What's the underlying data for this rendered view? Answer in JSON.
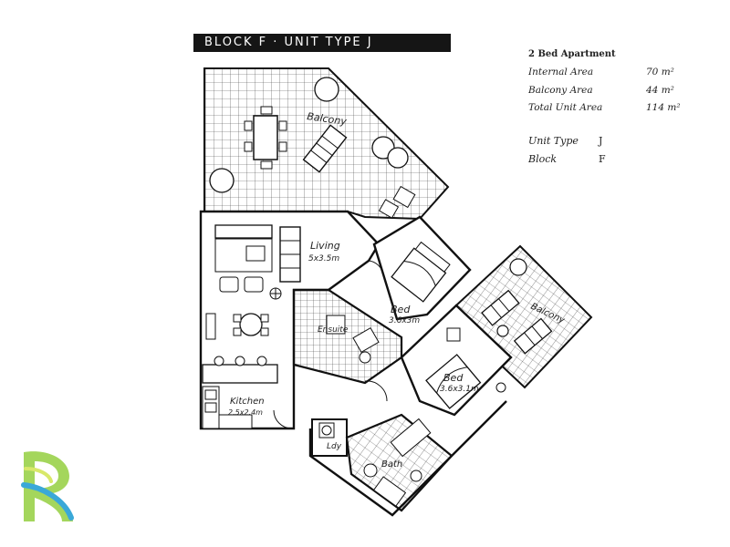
{
  "header": {
    "title": "BLOCK F · UNIT TYPE J"
  },
  "summary": {
    "heading": "2 Bed Apartment",
    "rows": [
      {
        "label": "Internal Area",
        "value": "70 m²"
      },
      {
        "label": "Balcony Area",
        "value": "44 m²"
      },
      {
        "label": "Total Unit Area",
        "value": "114 m²"
      }
    ],
    "unit_type_label": "Unit Type",
    "unit_type_value": "J",
    "block_label": "Block",
    "block_value": "F"
  },
  "rooms": {
    "balcony_main": "Balcony",
    "living": "Living",
    "living_size": "5x3.5m",
    "bed1": "Bed",
    "bed1_size": "3.6x3m",
    "ensuite": "Ensuite",
    "balcony_side": "Balcony",
    "bed2": "Bed",
    "bed2_size": "3.6x3.1m",
    "kitchen": "Kitchen",
    "kitchen_size": "2.5x2.4m",
    "laundry": "Ldy",
    "bath": "Bath"
  },
  "logo": {
    "name": "developer-logo",
    "colors": [
      "#9ad14a",
      "#3aa8d8",
      "#d8e86a"
    ]
  }
}
